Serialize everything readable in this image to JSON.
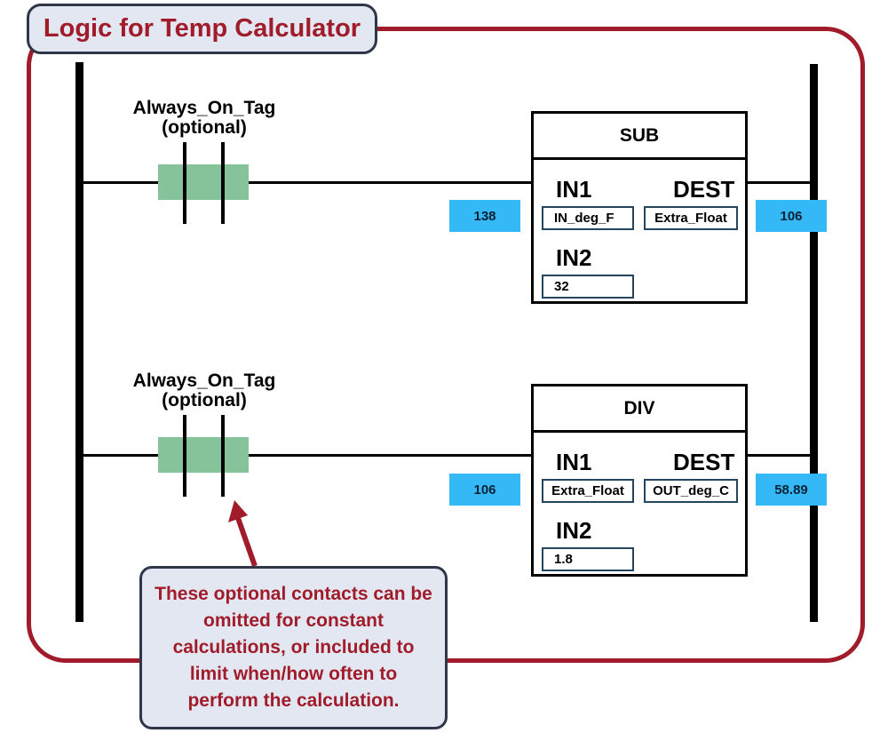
{
  "title": "Logic for Temp Calculator",
  "rungs": [
    {
      "contact_tag": "Always_On_Tag",
      "contact_note": "(optional)",
      "instruction": "SUB",
      "in1_label": "IN1",
      "in1_tag": "IN_deg_F",
      "in1_value": "138",
      "in2_label": "IN2",
      "in2_value": "32",
      "dest_label": "DEST",
      "dest_tag": "Extra_Float",
      "dest_value": "106"
    },
    {
      "contact_tag": "Always_On_Tag",
      "contact_note": "(optional)",
      "instruction": "DIV",
      "in1_label": "IN1",
      "in1_tag": "Extra_Float",
      "in1_value": "106",
      "in2_label": "IN2",
      "in2_value": "1.8",
      "dest_label": "DEST",
      "dest_tag": "OUT_deg_C",
      "dest_value": "58.89"
    }
  ],
  "callout": "These optional contacts can be omitted for constant calculations, or included to limit when/how often to perform the calculation.",
  "colors": {
    "accent": "#a01c2a",
    "contact_fill": "#86c39b",
    "value_fill": "#34b8f6",
    "tag_border": "#23455e",
    "box_fill": "#e3e7f1"
  }
}
